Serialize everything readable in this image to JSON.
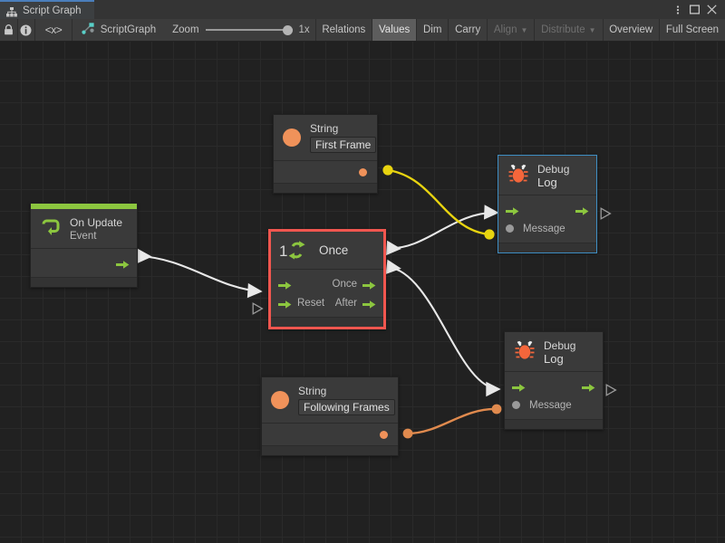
{
  "window": {
    "tab_label": "Script Graph",
    "tab_icon": "graph-hierarchy-icon",
    "controls": {
      "menu": "more-vertical-icon",
      "maximize": "maximize-icon",
      "close": "close-icon"
    }
  },
  "toolbar": {
    "lock_icon": "lock-icon",
    "info_icon": "info-icon",
    "code_icon": "<x>",
    "graph_icon": "script-graph-icon",
    "graph_name": "ScriptGraph",
    "zoom_label": "Zoom",
    "zoom_value": "1x",
    "zoom_percent": 100,
    "buttons": [
      {
        "label": "Relations",
        "state": "normal",
        "caret": false
      },
      {
        "label": "Values",
        "state": "active",
        "caret": false
      },
      {
        "label": "Dim",
        "state": "normal",
        "caret": false
      },
      {
        "label": "Carry",
        "state": "normal",
        "caret": false
      },
      {
        "label": "Align",
        "state": "disabled",
        "caret": true
      },
      {
        "label": "Distribute",
        "state": "disabled",
        "caret": true
      },
      {
        "label": "Overview",
        "state": "normal",
        "caret": false
      },
      {
        "label": "Full Screen",
        "state": "normal",
        "caret": false
      }
    ]
  },
  "colors": {
    "accent_green": "#8cc63f",
    "flow_white": "#e8e8e8",
    "string_orange": "#f0925a",
    "relation_yellow": "#e8d410",
    "selection_red": "#f0564f",
    "selection_blue": "#3f8fc4",
    "canvas_bg": "#212121",
    "node_bg": "#3a3a3a"
  },
  "nodes": {
    "on_update": {
      "title": "On Update",
      "subtitle": "Event",
      "icon": "update-loop-icon",
      "out_flow_label": ""
    },
    "string_first": {
      "title": "String",
      "value": "First Frame",
      "icon": "string-dot-icon"
    },
    "string_following": {
      "title": "String",
      "value": "Following Frames",
      "icon": "string-dot-icon"
    },
    "once": {
      "title": "Once",
      "icon": "once-cycle-icon",
      "icon_number": "1",
      "in_ports": [
        "",
        "Reset"
      ],
      "out_ports": [
        "Once",
        "After"
      ],
      "selected": true
    },
    "debug_log_1": {
      "title": "Debug",
      "subtitle": "Log",
      "icon": "bug-icon",
      "message_label": "Message",
      "selected": true
    },
    "debug_log_2": {
      "title": "Debug",
      "subtitle": "Log",
      "icon": "bug-icon",
      "message_label": "Message",
      "selected": false
    }
  },
  "edges": [
    {
      "name": "on-update-to-once",
      "type": "flow",
      "color": "#e8e8e8"
    },
    {
      "name": "once-to-debug-log-1",
      "type": "flow",
      "color": "#e8e8e8"
    },
    {
      "name": "after-to-debug-log-2",
      "type": "flow",
      "color": "#e8e8e8"
    },
    {
      "name": "string-first-to-message-1",
      "type": "value",
      "color": "#e8d410"
    },
    {
      "name": "string-following-to-message-2",
      "type": "value",
      "color": "#e08a4e"
    }
  ]
}
